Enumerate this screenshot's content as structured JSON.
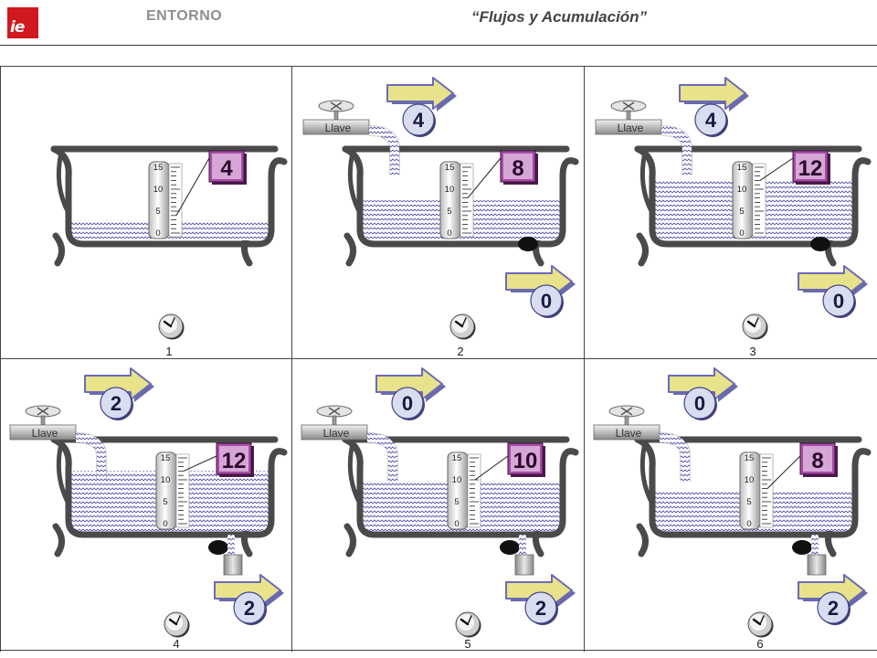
{
  "header": {
    "logo_text": "ie",
    "section": "ENTORNO",
    "title": "“Flujos y Acumulación”"
  },
  "colors": {
    "accent_box": "#a64ca6",
    "badge": "#d9ddf0",
    "arrow": "#e8e28a",
    "tub": "#4a4a4a",
    "logo": "#d0181e"
  },
  "scale_labels": [
    "15",
    "10",
    "5",
    "0"
  ],
  "faucet_label": "Llave",
  "panels": [
    {
      "number": "1",
      "level": "4",
      "level_value": 4,
      "inflow": null,
      "outflow": null,
      "faucet": false,
      "drain_open": false,
      "drain_plug": false
    },
    {
      "number": "2",
      "level": "8",
      "level_value": 8,
      "inflow": "4",
      "outflow": "0",
      "faucet": true,
      "drain_open": false,
      "drain_plug": true
    },
    {
      "number": "3",
      "level": "12",
      "level_value": 12,
      "inflow": "4",
      "outflow": "0",
      "faucet": true,
      "drain_open": false,
      "drain_plug": true
    },
    {
      "number": "4",
      "level": "12",
      "level_value": 12,
      "inflow": "2",
      "outflow": "2",
      "faucet": true,
      "drain_open": true,
      "drain_plug": true
    },
    {
      "number": "5",
      "level": "10",
      "level_value": 10,
      "inflow": "0",
      "outflow": "2",
      "faucet": true,
      "drain_open": true,
      "drain_plug": true
    },
    {
      "number": "6",
      "level": "8",
      "level_value": 8,
      "inflow": "0",
      "outflow": "2",
      "faucet": true,
      "drain_open": true,
      "drain_plug": true
    }
  ]
}
